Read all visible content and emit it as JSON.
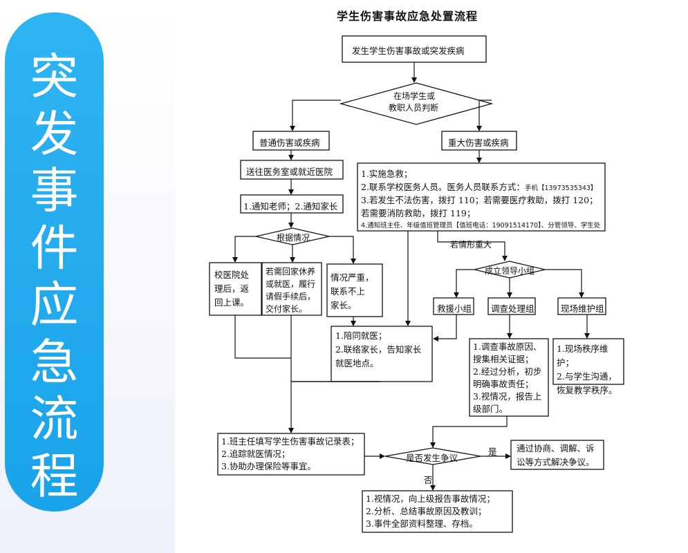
{
  "sidebar": {
    "title_chars": [
      "突",
      "发",
      "事",
      "件",
      "应",
      "急",
      "流",
      "程"
    ]
  },
  "flowchart": {
    "title": "学生伤害事故应急处置流程",
    "start": "发生学生伤害事故或突发疾病",
    "judge_line1": "在场学生或",
    "judge_line2": "教职人员判断",
    "minor": "普通伤害或疾病",
    "major": "重大伤害或疾病",
    "send_to_clinic": "送往医务室或就近医院",
    "notify": "1.通知老师；2.通知家长",
    "depends": "根据情况",
    "opt_a": [
      "校医院处",
      "理后，返",
      "回上课。"
    ],
    "opt_b": [
      "若需回家休养",
      "或就医，履行",
      "请假手续后，",
      "交付家长。"
    ],
    "opt_c": [
      "情况严重，",
      "联系不上",
      "家长。"
    ],
    "accompany": [
      "1.陪同就医；",
      "2.联络家长，告知家长",
      "就医地点。"
    ],
    "rescue_steps": {
      "l1": "1.实施急救；",
      "l2": "2.联系学校医务人员。医务人员联系方式：",
      "l2_phone": "手机【13973535343】",
      "l3": "3.若发生不法伤害，拨打 110；若需要医疗救助，拨打 120；",
      "l4": "若需要消防救助，拨打 119；",
      "l5": "4.通知班主任、年级值班管理员【值班电话：19091514170】、分管领导、学生处"
    },
    "if_serious": "若情形重大",
    "leading_group": "成立领导小组",
    "rescue_group": "救援小组",
    "investigation_group": "调查处理组",
    "site_group": "现场维护组",
    "investigation_tasks": [
      "1.调查事故原因、",
      "搜集相关证据；",
      "2.经过分析，初步",
      "明确事故责任；",
      "3.视情况，报告上",
      "级部门。"
    ],
    "site_tasks": [
      "1.现场秩序维护；",
      "2.与学生沟通，",
      "恢复教学秩序。"
    ],
    "teacher_tasks": [
      "1.班主任填写学生伤害事故记录表；",
      "2.追踪就医情况；",
      "3.协助办理保险等事宜。"
    ],
    "dispute_q": "是否发生争议",
    "yes": "是",
    "no": "否",
    "dispute_resolve": [
      "通过协商、调解、诉",
      "讼等方式解决争议。"
    ],
    "final_steps": [
      "1.视情况，向上级报告事故情况；",
      "2.分析、总结事故原因及教训；",
      "3.事件全部资料整理、存档。"
    ]
  }
}
